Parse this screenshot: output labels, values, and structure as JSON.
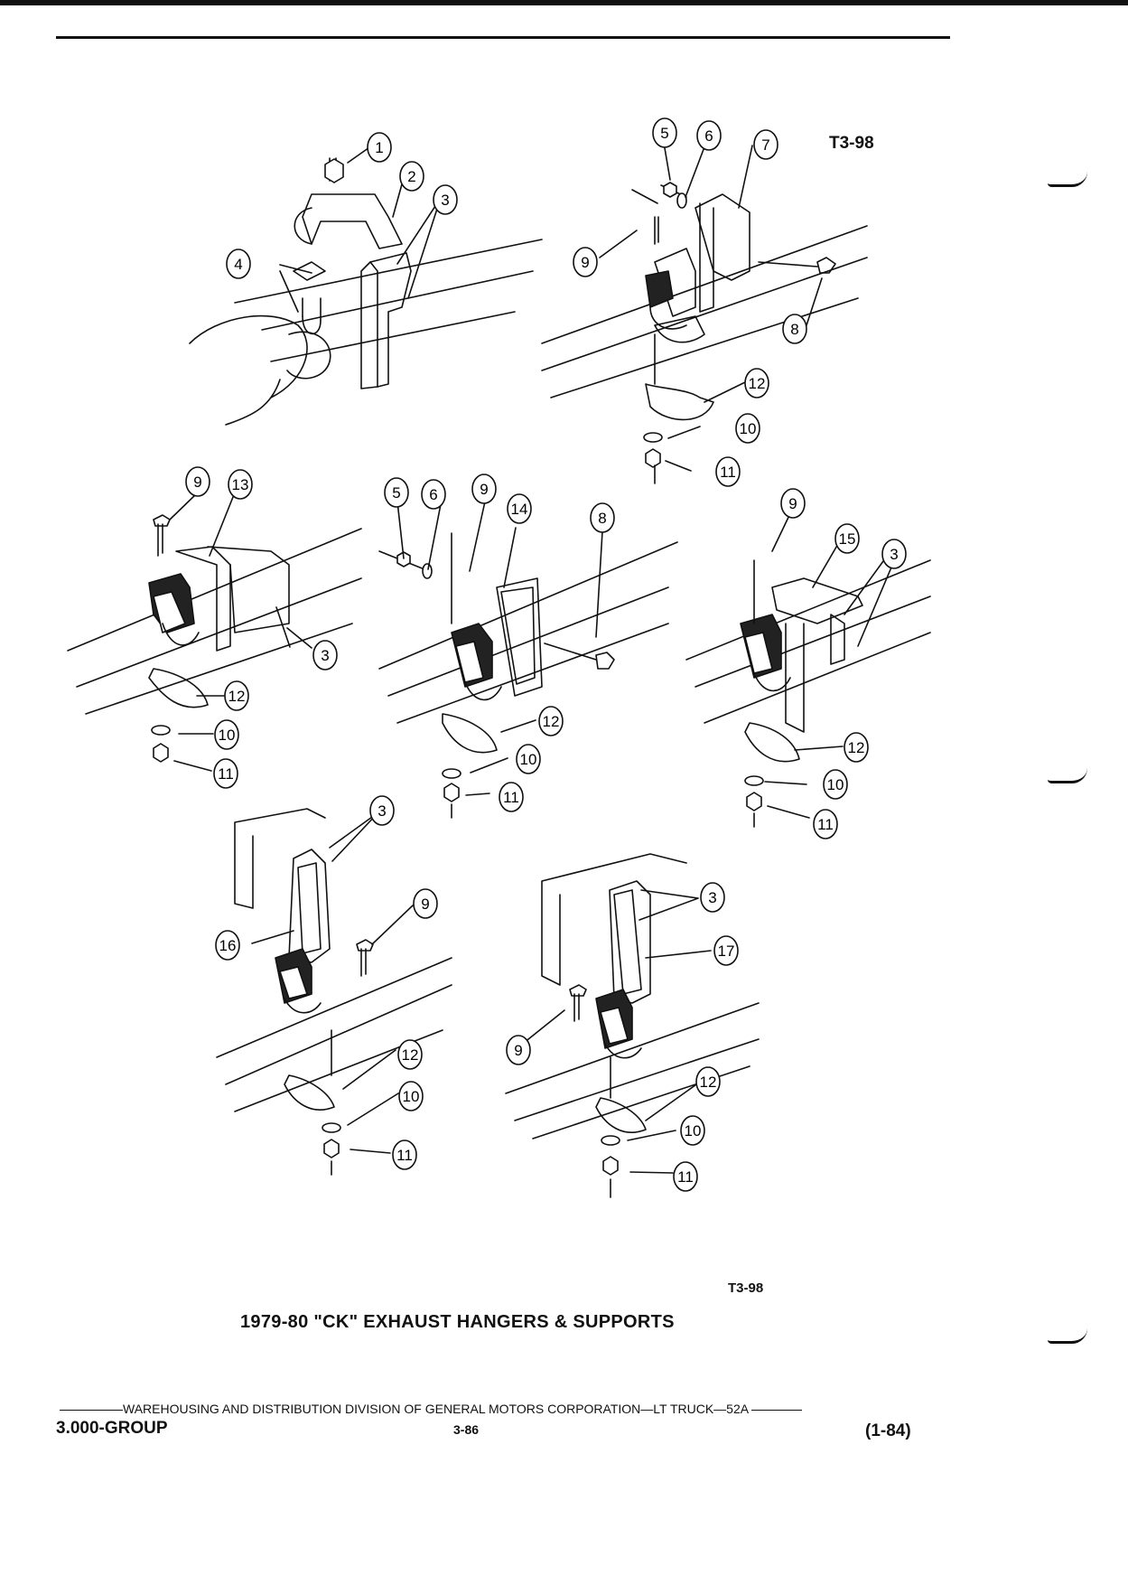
{
  "figure": {
    "code_top": "T3-98",
    "code_bottom": "T3-98",
    "title": "1979-80 \"CK\" EXHAUST HANGERS & SUPPORTS"
  },
  "footer": {
    "division": "WAREHOUSING AND DISTRIBUTION  DIVISION OF GENERAL MOTORS CORPORATION—LT TRUCK—52A",
    "group": "3.000-GROUP",
    "page": "3-86",
    "date": "(1-84)"
  },
  "callouts": [
    {
      "num": "1"
    },
    {
      "num": "2"
    },
    {
      "num": "3"
    },
    {
      "num": "4"
    },
    {
      "num": "5"
    },
    {
      "num": "6"
    },
    {
      "num": "7"
    },
    {
      "num": "9"
    },
    {
      "num": "8"
    },
    {
      "num": "12"
    },
    {
      "num": "10"
    },
    {
      "num": "11"
    },
    {
      "num": "9"
    },
    {
      "num": "13"
    },
    {
      "num": "3"
    },
    {
      "num": "12"
    },
    {
      "num": "10"
    },
    {
      "num": "11"
    },
    {
      "num": "5"
    },
    {
      "num": "6"
    },
    {
      "num": "9"
    },
    {
      "num": "14"
    },
    {
      "num": "8"
    },
    {
      "num": "12"
    },
    {
      "num": "10"
    },
    {
      "num": "11"
    },
    {
      "num": "9"
    },
    {
      "num": "15"
    },
    {
      "num": "3"
    },
    {
      "num": "12"
    },
    {
      "num": "10"
    },
    {
      "num": "11"
    },
    {
      "num": "3"
    },
    {
      "num": "16"
    },
    {
      "num": "9"
    },
    {
      "num": "12"
    },
    {
      "num": "10"
    },
    {
      "num": "11"
    },
    {
      "num": "3"
    },
    {
      "num": "17"
    },
    {
      "num": "9"
    },
    {
      "num": "12"
    },
    {
      "num": "10"
    },
    {
      "num": "11"
    }
  ]
}
